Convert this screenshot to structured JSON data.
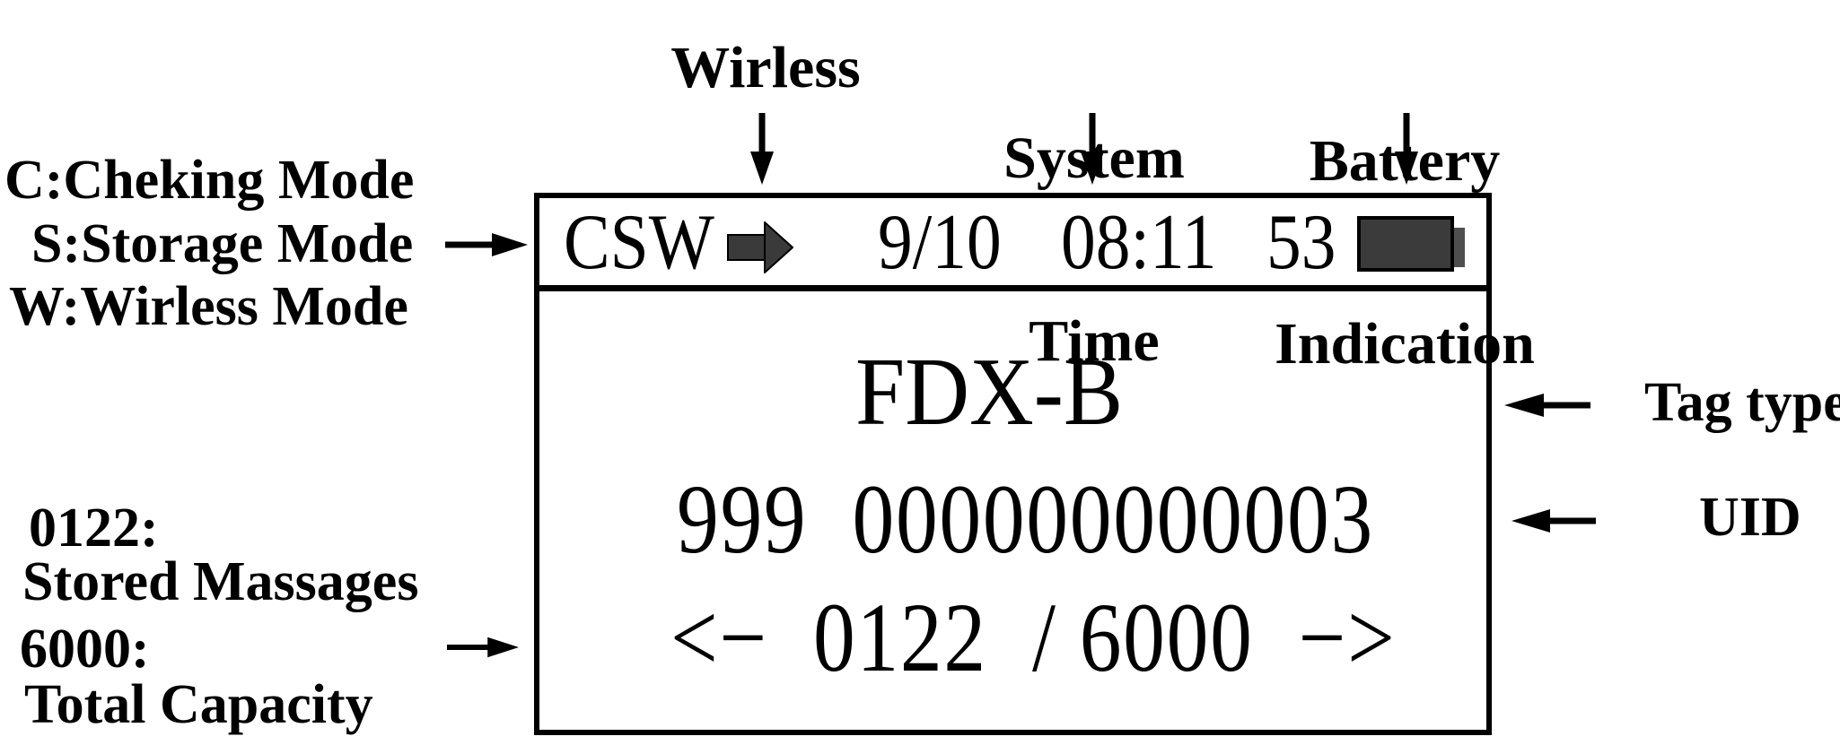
{
  "display": {
    "status_bar": {
      "modes": "CSW",
      "date": "9/10",
      "time": "08:11",
      "battery_percent": "53"
    },
    "tag_type": "FDX-B",
    "uid": "999  000000000003",
    "pager": "<−  0122  / 6000  −>"
  },
  "annotations": {
    "wireless_label": "Wirless",
    "system_time": {
      "line1": "System",
      "line2": "Time"
    },
    "battery_indication": {
      "line1": "Battery",
      "line2": "Indication"
    },
    "modes": {
      "checking": "C:Cheking Mode",
      "storage": "S:Storage Mode",
      "wireless": "W:Wirless Mode"
    },
    "stored": {
      "value": "0122:",
      "label": "Stored Massages"
    },
    "capacity": {
      "value": "6000:",
      "label": "Total Capacity"
    },
    "tag_type_label": "Tag type",
    "uid_label": "UID"
  },
  "colors": {
    "ink": "#000000",
    "battery_fill": "#3b3b3b",
    "battery_nub": "#4f4f4f",
    "mode_arrow_fill": "#3a3a3a"
  }
}
